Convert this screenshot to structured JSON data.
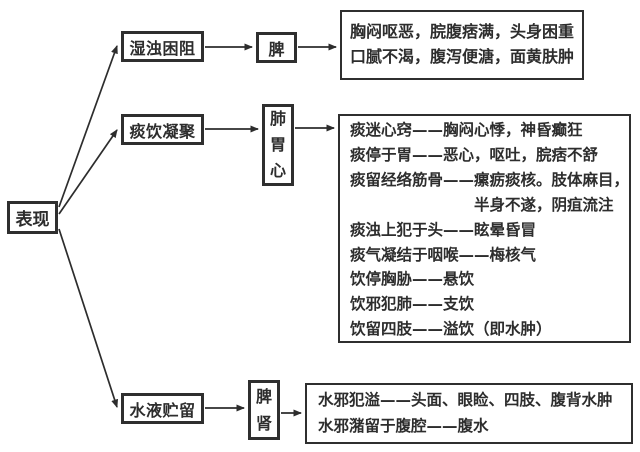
{
  "root_label": "表现",
  "branches": [
    {
      "condition": "湿浊困阻",
      "organs": [
        "脾"
      ],
      "result_lines": [
        "胸闷呕恶，脘腹痞满，头身困重",
        "口腻不渴，腹泻便溏，面黄肤肿"
      ]
    },
    {
      "condition": "痰饮凝聚",
      "organs": [
        "肺",
        "胃",
        "心"
      ],
      "result_lines": [
        "痰迷心窍——胸闷心悸，神昏癫狂",
        "痰停于胃——恶心，呕吐，脘痞不舒",
        "痰留经络筋骨——瘰疬痰核。肢体麻目，",
        "半身不遂，阴疽流注",
        "痰浊上犯于头——眩晕昏冒",
        "痰气凝结于咽喉——梅核气",
        "饮停胸胁——悬饮",
        "饮邪犯肺——支饮",
        "饮留四肢——溢饮（即水肿）"
      ]
    },
    {
      "condition": "水液贮留",
      "organs": [
        "脾",
        "肾"
      ],
      "result_lines": [
        "水邪犯溢——头面、眼睑、四肢、腹背水肿",
        "水邪潴留于腹腔——腹水"
      ]
    }
  ],
  "colors": {
    "ink": "#2d2d2d",
    "border": "#2f2f2f",
    "background": "#ffffff"
  }
}
